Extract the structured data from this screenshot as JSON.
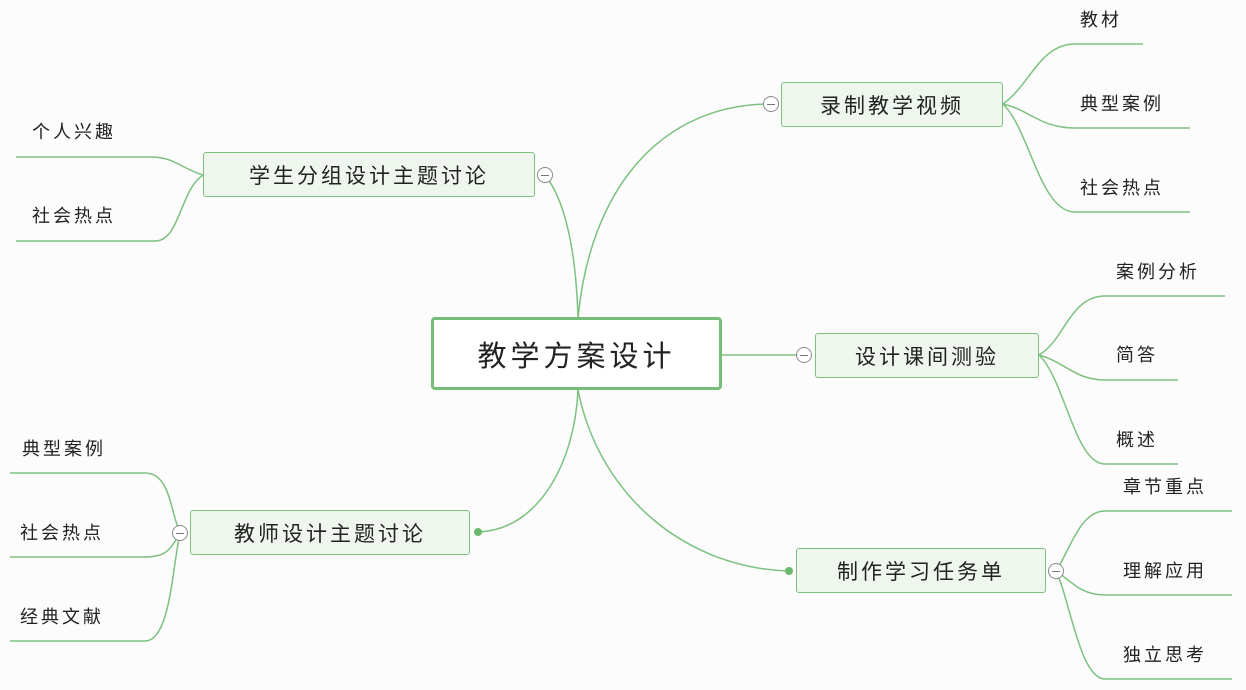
{
  "root": {
    "label": "教学方案设计"
  },
  "branches": [
    {
      "id": "record",
      "label": "录制教学视频",
      "leaves": [
        "教材",
        "典型案例",
        "社会热点"
      ]
    },
    {
      "id": "student",
      "label": "学生分组设计主题讨论",
      "leaves": [
        "个人兴趣",
        "社会热点"
      ]
    },
    {
      "id": "quiz",
      "label": "设计课间测验",
      "leaves": [
        "案例分析",
        "简答",
        "概述"
      ]
    },
    {
      "id": "teacher",
      "label": "教师设计主题讨论",
      "leaves": [
        "典型案例",
        "社会热点",
        "经典文献"
      ]
    },
    {
      "id": "task",
      "label": "制作学习任务单",
      "leaves": [
        "章节重点",
        "理解应用",
        "独立思考"
      ]
    }
  ],
  "colors": {
    "line": "#7cc17f",
    "node_fill": "#eff6ee",
    "root_border": "#76bd7a"
  }
}
